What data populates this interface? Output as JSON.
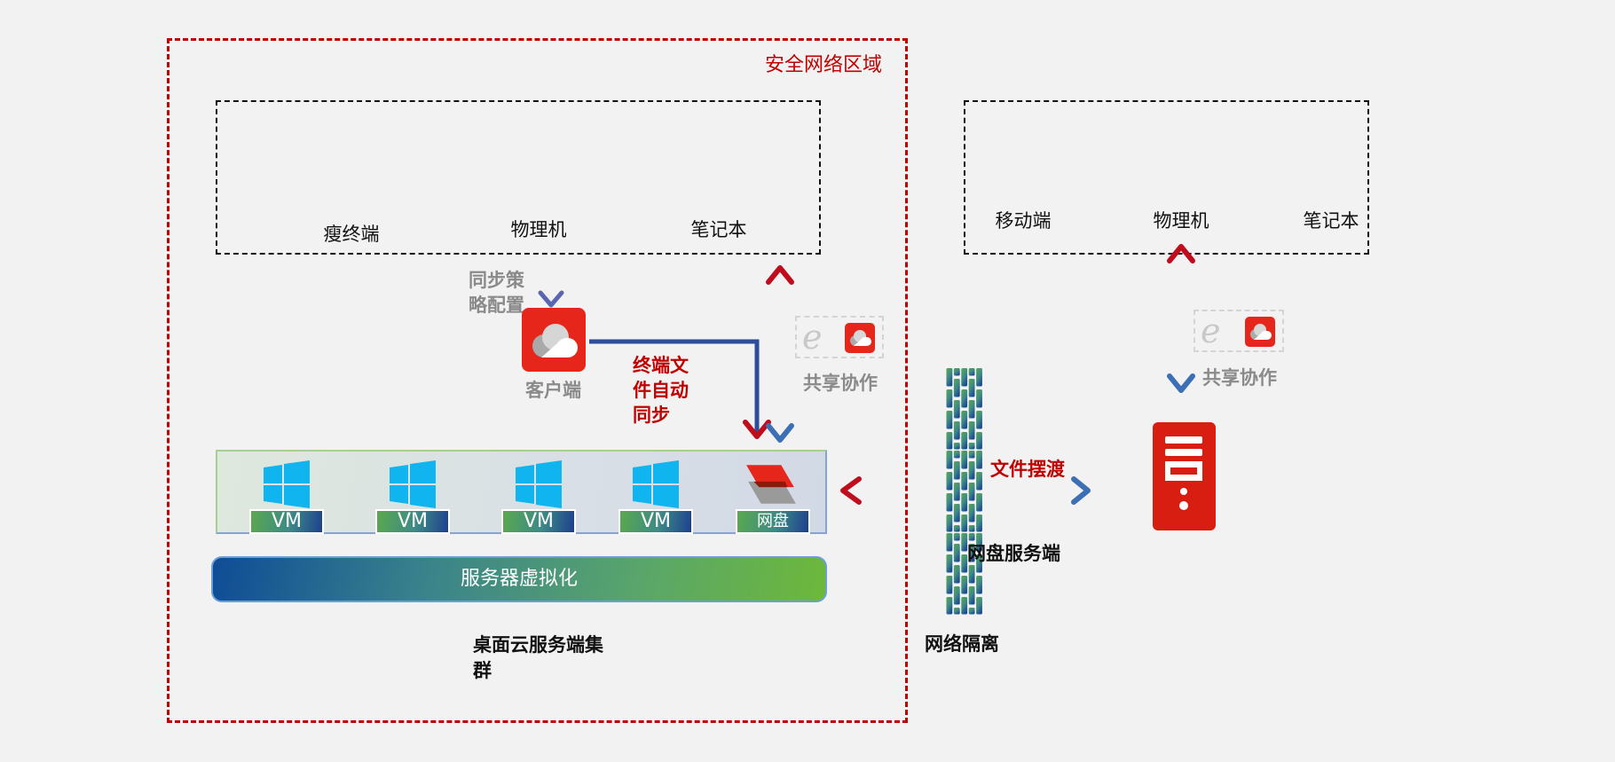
{
  "zone": {
    "label": "安全网络区域",
    "border_color": "#c00000"
  },
  "left_devices": {
    "items": [
      {
        "label": "瘦终端"
      },
      {
        "label": "物理机"
      },
      {
        "label": "笔记本"
      }
    ]
  },
  "right_devices": {
    "items": [
      {
        "label": "移动端"
      },
      {
        "label": "物理机"
      },
      {
        "label": "笔记本"
      }
    ]
  },
  "client": {
    "policy_label_line1": "同步策",
    "policy_label_line2": "略配置",
    "icon": "cloud-app-icon",
    "label": "客户端"
  },
  "sync": {
    "line1": "终端文",
    "line2": "件自动",
    "line3": "同步"
  },
  "share_left": {
    "label": "共享协作",
    "icons": [
      "ie-browser-icon",
      "cloud-app-icon"
    ]
  },
  "share_right": {
    "label": "共享协作",
    "icons": [
      "ie-browser-icon",
      "cloud-app-icon"
    ]
  },
  "vm_cluster": {
    "items": [
      {
        "label": "VM",
        "icon": "windows-icon"
      },
      {
        "label": "VM",
        "icon": "windows-icon"
      },
      {
        "label": "VM",
        "icon": "windows-icon"
      },
      {
        "label": "VM",
        "icon": "windows-icon"
      },
      {
        "label": "网盘",
        "icon": "netdisk-icon"
      }
    ]
  },
  "virtualization": {
    "label": "服务器虚拟化"
  },
  "cluster_label": {
    "line1": "桌面云服务端集",
    "line2": "群"
  },
  "firewall": {
    "label": "网络隔离",
    "icon": "firewall-icon"
  },
  "ferry": {
    "label": "文件摆渡"
  },
  "netdisk_server": {
    "label": "网盘服务端",
    "icon": "server-icon"
  },
  "colors": {
    "accent_red": "#c00000",
    "arrow_blue": "#3d6fb6",
    "icon_red": "#e6261a",
    "windows_blue": "#10b4ee"
  }
}
